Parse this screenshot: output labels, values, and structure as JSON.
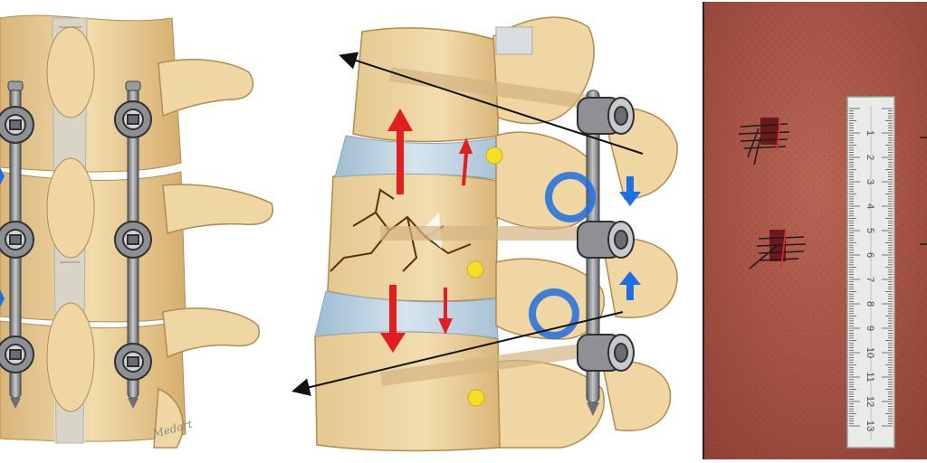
{
  "figure": {
    "panels": [
      {
        "id": "posterior-view",
        "subject": "posterior spine with pedicle screws and rods"
      },
      {
        "id": "lateral-view",
        "subject": "lateral spine with fractured vertebra, screws and rod"
      },
      {
        "id": "incision-photo",
        "subject": "sutured skin incisions beside a ruler"
      }
    ],
    "illustrator_signature": "Medart",
    "ruler_marks": [
      "1",
      "2",
      "3",
      "4",
      "5",
      "6",
      "7",
      "8",
      "9",
      "10",
      "11",
      "12",
      "13"
    ],
    "colors": {
      "bone": "#e9cf9a",
      "bone_shade": "#d2ab6c",
      "disc": "#bcd3e4",
      "rod": "#7d7f82",
      "red_arrow": "#e21f1f",
      "blue_arrow": "#1d6fe3",
      "yellow_marker": "#f4df25",
      "skin": "#a7574b",
      "suture": "#1c1c1c"
    }
  }
}
